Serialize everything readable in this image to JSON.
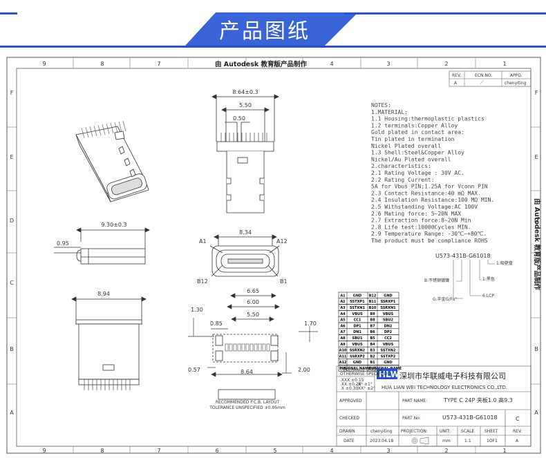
{
  "banner": {
    "title": "产品图纸"
  },
  "watermark": "由 Autodesk 教育版产品制作",
  "watermark_side": "由 Autodesk 教育版产品制作",
  "column_labels": [
    "9",
    "8",
    "7",
    "6",
    "5",
    "4",
    "3",
    "2",
    "1"
  ],
  "row_labels": [
    "F",
    "E",
    "D",
    "C",
    "B",
    "A"
  ],
  "revision": {
    "headers": [
      "REV.",
      "ECN.NO.",
      "APPD."
    ],
    "rev": "A",
    "ecn": "／",
    "appd": "chenyiting"
  },
  "dims": {
    "top_width": "8.64±0.3",
    "top_5_50": "5.50",
    "top_0_50": "0.50",
    "side_len": "9.30±0.3",
    "side_095": "0.95",
    "front_834": "8.34",
    "pin_a1": "A1",
    "pin_a12": "A12",
    "pin_b12": "B12",
    "pin_b1": "B1",
    "bottom_894": "8.94",
    "pcb_665": "6.65",
    "pcb_600": "6.00",
    "pcb_550": "5.50",
    "pcb_130": "1.30",
    "pcb_085": "0.85",
    "pcb_170": "1.70",
    "pcb_057": "0.57",
    "pcb_864": "8.64",
    "pcb_200": "2.00"
  },
  "notes": [
    "NOTES:",
    "1.MATERIAL:",
    "  1.1 Housing:thermoplastic plastics",
    "  1.2 terminals:Copper Alloy",
    "      Gold plated in contact area:",
    "      Tin plated in termination",
    "      Nickel Plated overall",
    "  1.3 Shell:Steel&Copper Alloy",
    "      Nickel/Au Plated overall",
    "2.characteristics:",
    "  2.1 Rating Voltage : 30V AC.",
    "  2.2 Rating Current:",
    "      5A for Vbus PIN;1.25A for Vconn PIN",
    "  2.3 Contact Resistance:40 mΩ MAX.",
    "  2.4 Insulation Resistance:100 MΩ MIN.",
    "  2.5 Withstanding Voltage:AC 100V",
    "  2.6 Mating force: 5~20N MAX",
    "  2.7 Extraction force:8~20N Min",
    "  2.8 Life test:10000Cycles MIN.",
    "  2.9 Temperature Range: -30℃~+80℃.",
    "  The product must be compliance ROHS"
  ],
  "part_code": {
    "code": "U573-431B-G61018",
    "legend_1": "1:吸壁盘",
    "legend_b": "B:不锈钢镀镍",
    "legend_1b": "1:黑色",
    "legend_g": "G:半金G/Fu\"",
    "legend_6": "6:LCP"
  },
  "pin_table": {
    "rows": [
      [
        "A1",
        "GND",
        "B12",
        "GND"
      ],
      [
        "A2",
        "SSTXP1",
        "B11",
        "SSRXP1"
      ],
      [
        "A3",
        "SSTXN1",
        "B10",
        "SSRXN1"
      ],
      [
        "A4",
        "VBUS",
        "B9",
        "VBUS"
      ],
      [
        "A5",
        "CC1",
        "B8",
        "SBU2"
      ],
      [
        "A6",
        "DP1",
        "B7",
        "DN2"
      ],
      [
        "A7",
        "DN1",
        "B6",
        "DP2"
      ],
      [
        "A8",
        "SBU1",
        "B5",
        "CC2"
      ],
      [
        "A9",
        "VBUS",
        "B4",
        "VBUS"
      ],
      [
        "A10",
        "SSRXN2",
        "B3",
        "SSTXN2"
      ],
      [
        "A11",
        "SSRXP2",
        "B2",
        "SSTXP2"
      ],
      [
        "A12",
        "GND",
        "B1",
        "GND"
      ]
    ],
    "header": [
      "PIN",
      "SIGNAL NAME",
      "PIN",
      "SIGNAL NAME"
    ]
  },
  "pcb_note": [
    "RECOMMENDED  P.C.B. LAYOUT",
    "TOLERANCE UNSPECIFIED ±0.05mm"
  ],
  "title_block": {
    "logo": "HLW",
    "company_cn": "深圳市华联威电子科技有限公司",
    "company_en": "HUA LIAN WEI TECHNOLOGY ELECTRONICS CO.,LTD.",
    "tolerance_head": [
      "TOLERANCE UNLESS",
      "OTHERWISE SPECIFIED"
    ],
    "tol_rows": [
      [
        ".XXX ±0.15",
        ""
      ],
      [
        ".XX  ±0.20",
        ".X°  ±1°"
      ],
      [
        ".X   ±0.30",
        ".XX° ±2°"
      ]
    ],
    "approved_label": "APPROVED",
    "checked_label": "CHECKED",
    "drawn_label": "DRAWN",
    "drawn_value": "chenyiting",
    "date_label": "DATE",
    "date_value": "2023.04.18",
    "part_name_label": "PART NAME:",
    "part_name_value": "TYPE C 24P 夹板1.0 高9.3",
    "part_no_label": "PART No:",
    "part_no_value": "U573-431B-G61018",
    "part_no_rev": "C",
    "projection_label": "PROJECTION:",
    "unit_label": "UNIT:",
    "unit_value": "mm",
    "scale_label": "SCALE",
    "scale_value": "1:1",
    "sheet_label": "SHEET",
    "sheet_value": "1OF1",
    "rev_label": "REV.",
    "rev_value": "A"
  },
  "colors": {
    "banner_blue": "#3a63d8",
    "banner_line": "#2a53c8"
  }
}
